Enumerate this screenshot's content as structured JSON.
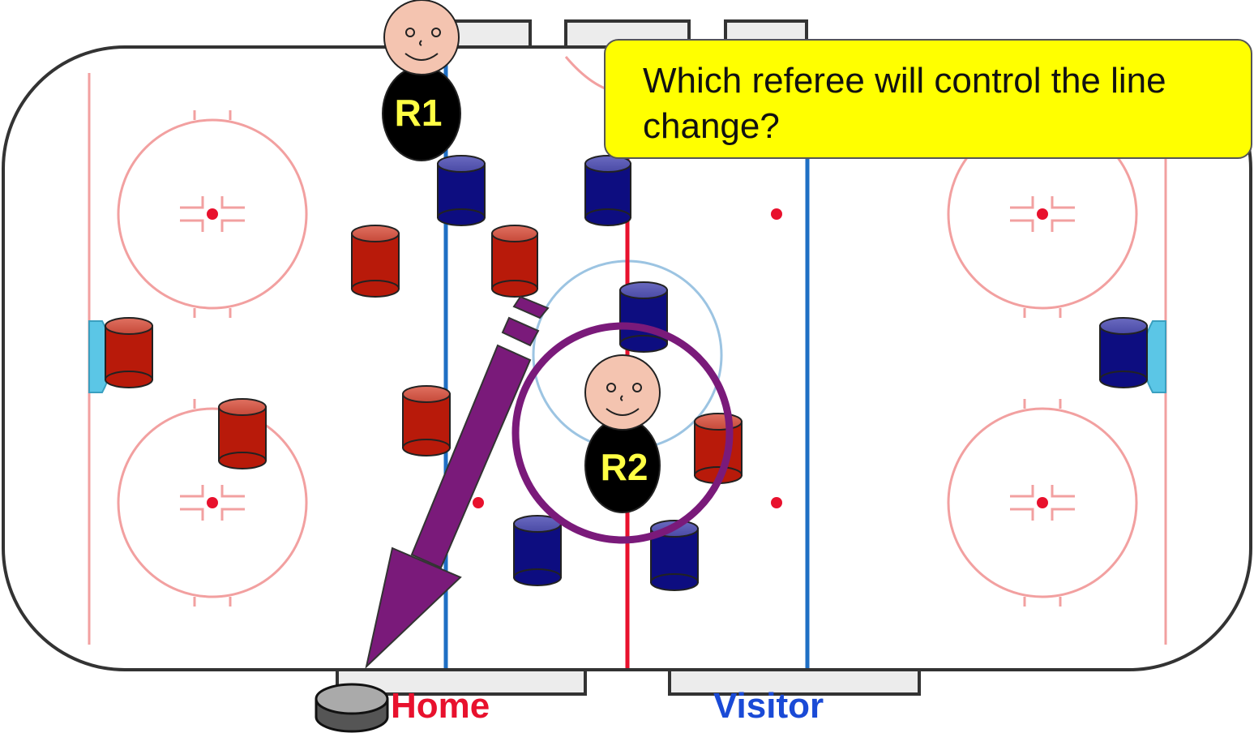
{
  "question": "Which referee will control the line change?",
  "referees": [
    {
      "id": "r1",
      "label": "R1"
    },
    {
      "id": "r2",
      "label": "R2"
    }
  ],
  "benches": {
    "home_label": "Home",
    "visitor_label": "Visitor"
  },
  "colors": {
    "callout_background": "#ffff00",
    "red_line": "#e8112d",
    "blue_line": "#1f6fc4",
    "home_player": "#b81a0a",
    "visitor_player": "#0d0d80",
    "highlight": "#7a1a7a",
    "referee_label": "#ffff44"
  },
  "icons": [
    "hockey-puck-icon",
    "referee-face-icon",
    "arrow-icon"
  ]
}
